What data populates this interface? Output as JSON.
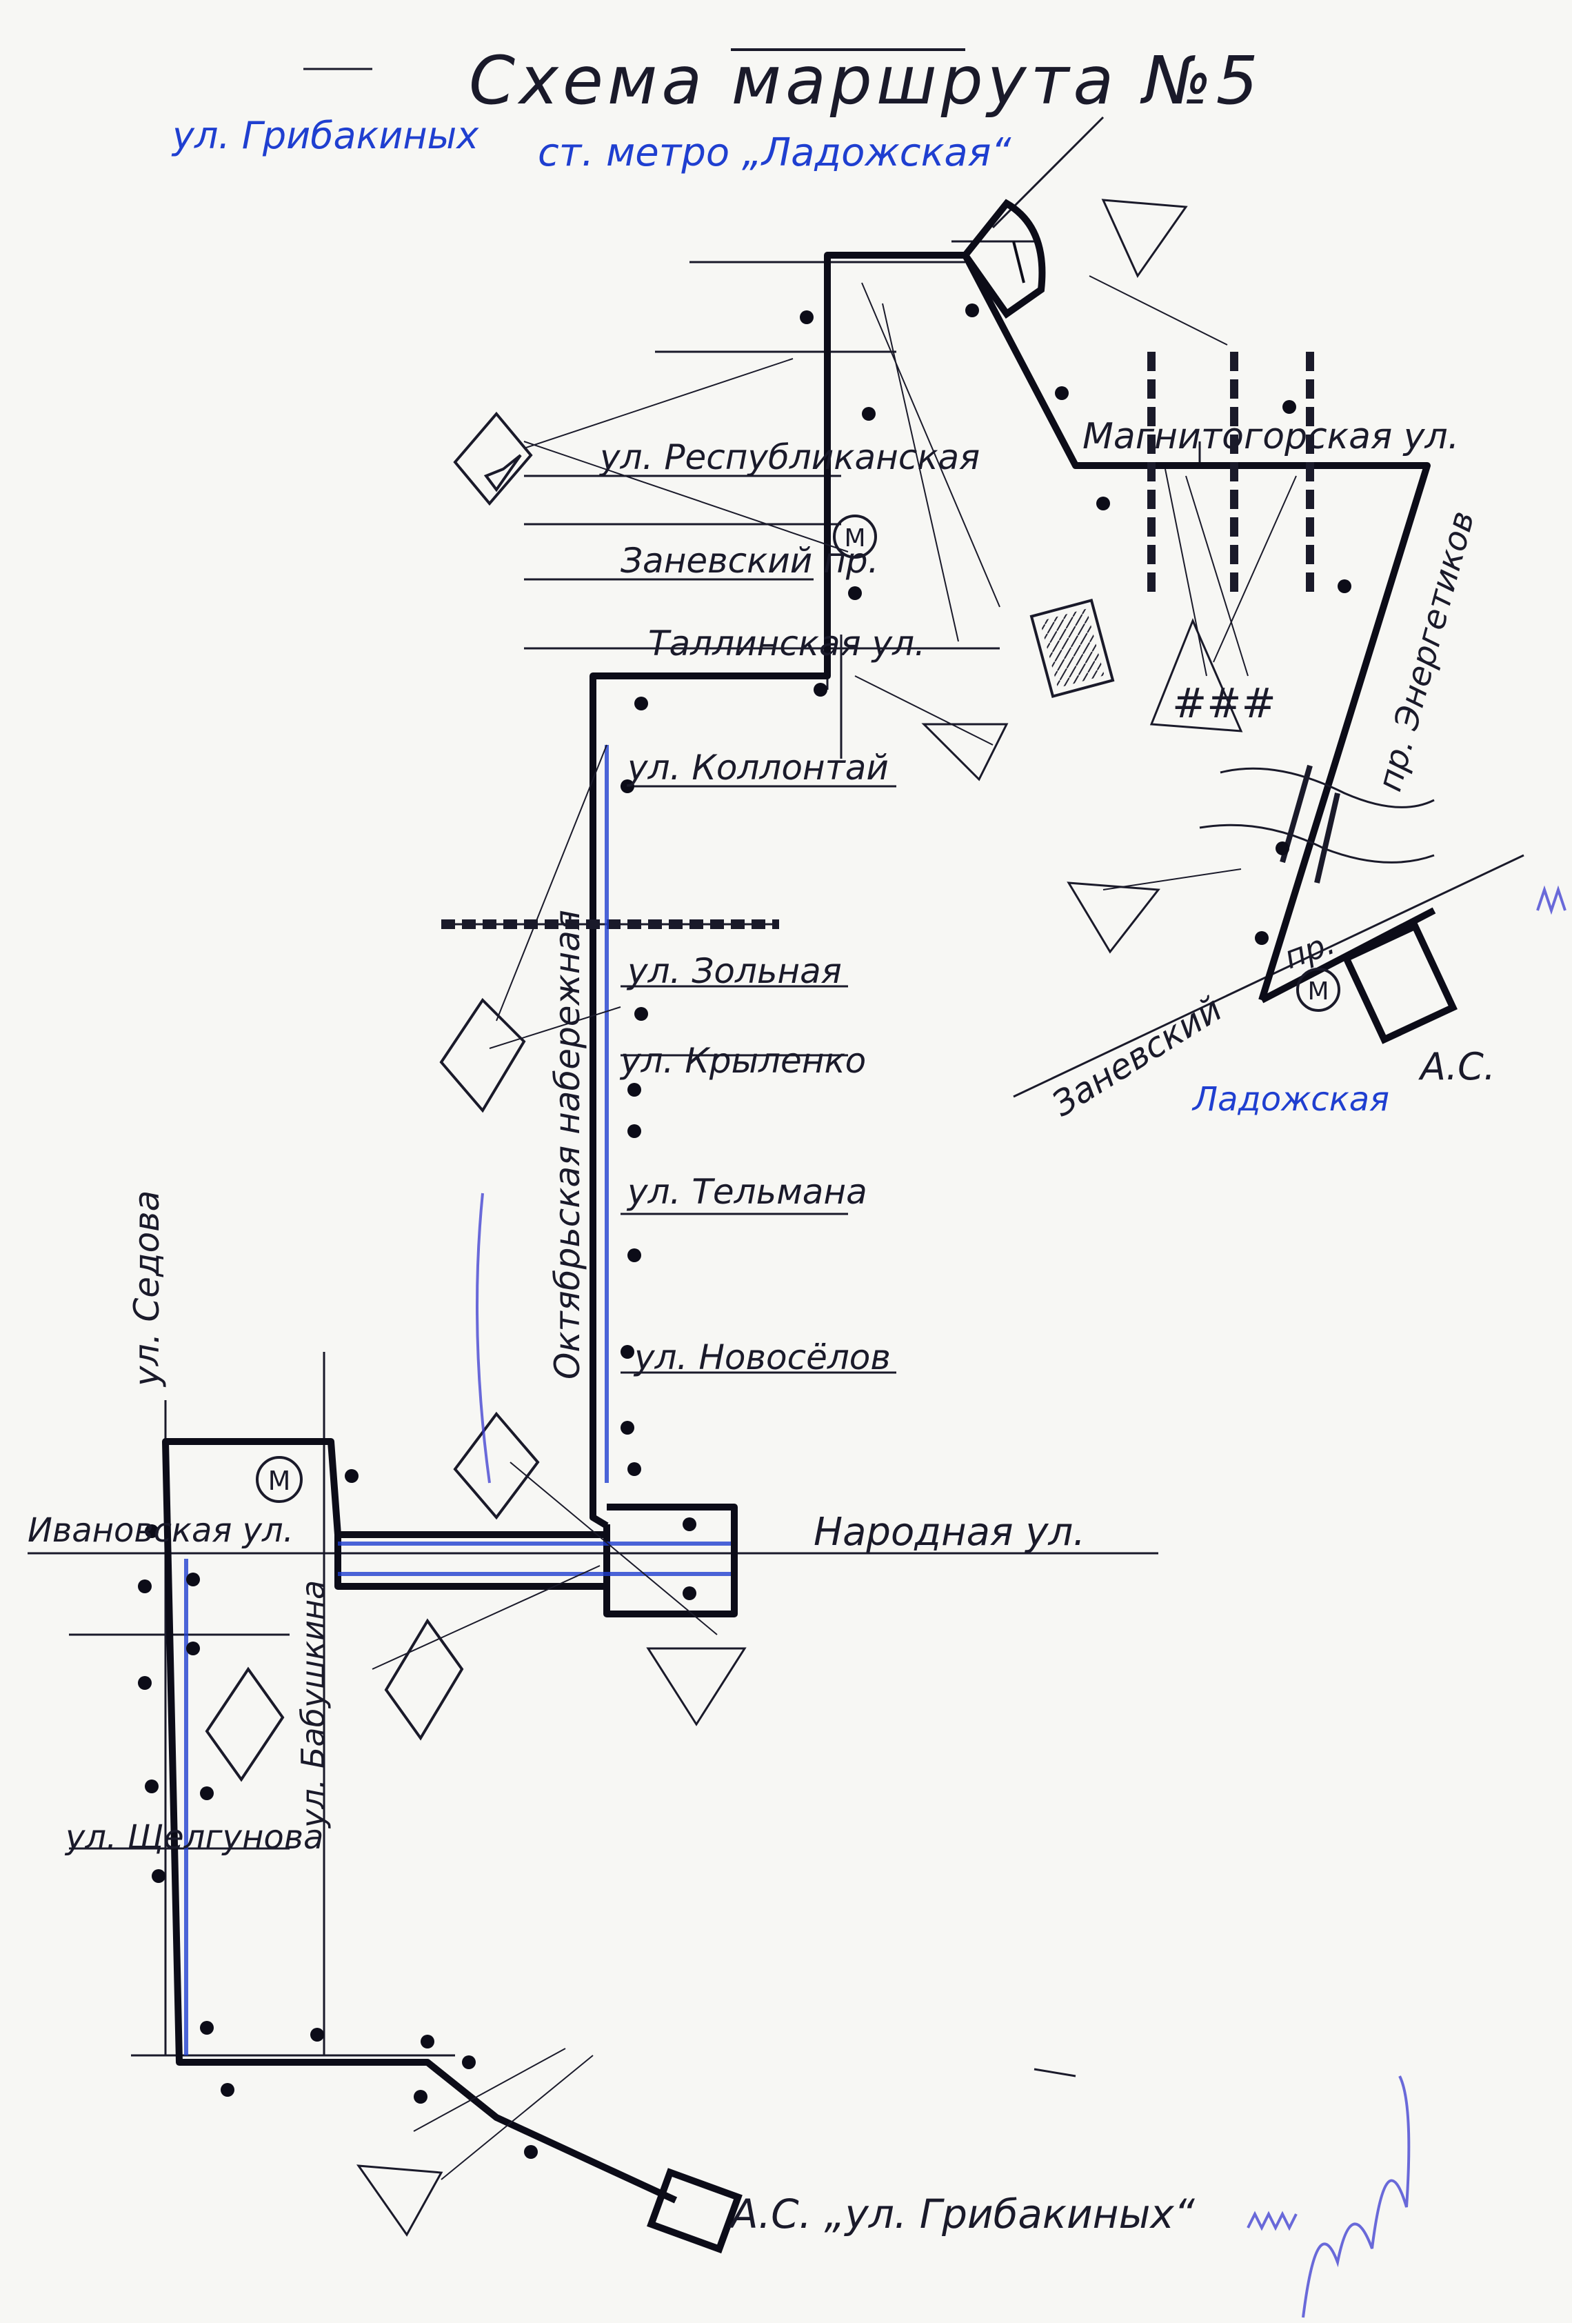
{
  "title": "Схема маршрута №5",
  "subtitle_left": "ул. Грибакиных",
  "subtitle_right": "ст. метро „Ладожская“",
  "colors": {
    "ink": "#1a1a2a",
    "route": "#0c0c18",
    "blue_ink": "#1f3fd0",
    "paper": "#f7f7f4"
  },
  "streets": {
    "respublikanskaya": "ул. Республиканская",
    "zanevsky_pr": "Заневский пр.",
    "tallinskaya": "Таллинская ул.",
    "kollontai": "ул. Коллонтай",
    "zolnaya": "ул. Зольная",
    "krylenko": "ул. Крыленко",
    "telmana": "ул. Тельмана",
    "novoselov": "ул. Новосёлов",
    "oktyabrskaya": "Октябрьская набережная",
    "narodnaya": "Народная ул.",
    "ivanovskaya": "Ивановская ул.",
    "sedova": "ул. Седова",
    "babushkina": "ул. Бабушкина",
    "shchelgunova": "ул. Щелгунова",
    "magnitogorskaya": "Магнитогорская ул.",
    "energetikov": "пр. Энергетиков",
    "zanevsky_bottom": "Заневский",
    "pr_short": "пр."
  },
  "metro": {
    "symbol": "М",
    "ladozhskaya": "Ладожская"
  },
  "terminals": {
    "as_ladozhskaya": "А.С.",
    "as_gribakinykh": "А.С. „ул. Грибакиных“"
  },
  "icons": [
    "metro-icon",
    "bus-stop-icon",
    "railway-icon",
    "bridge-icon",
    "traffic-sign-icon"
  ]
}
